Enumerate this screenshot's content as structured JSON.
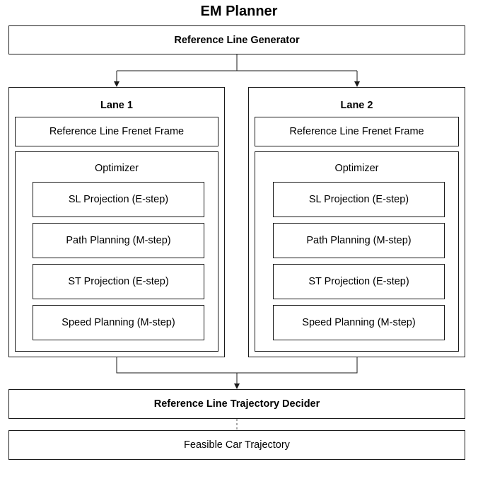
{
  "diagram": {
    "title": "EM Planner",
    "top_box": "Reference Line Generator",
    "lanes": [
      {
        "label": "Lane 1",
        "frenet": "Reference Line Frenet Frame",
        "optimizer": "Optimizer",
        "steps": [
          "SL Projection (E-step)",
          "Path Planning (M-step)",
          "ST Projection (E-step)",
          "Speed Planning (M-step)"
        ]
      },
      {
        "label": "Lane 2",
        "frenet": "Reference Line Frenet Frame",
        "optimizer": "Optimizer",
        "steps": [
          "SL Projection (E-step)",
          "Path Planning (M-step)",
          "ST Projection (E-step)",
          "Speed Planning (M-step)"
        ]
      }
    ],
    "decider": "Reference Line Trajectory Decider",
    "output": "Feasible Car Trajectory"
  }
}
